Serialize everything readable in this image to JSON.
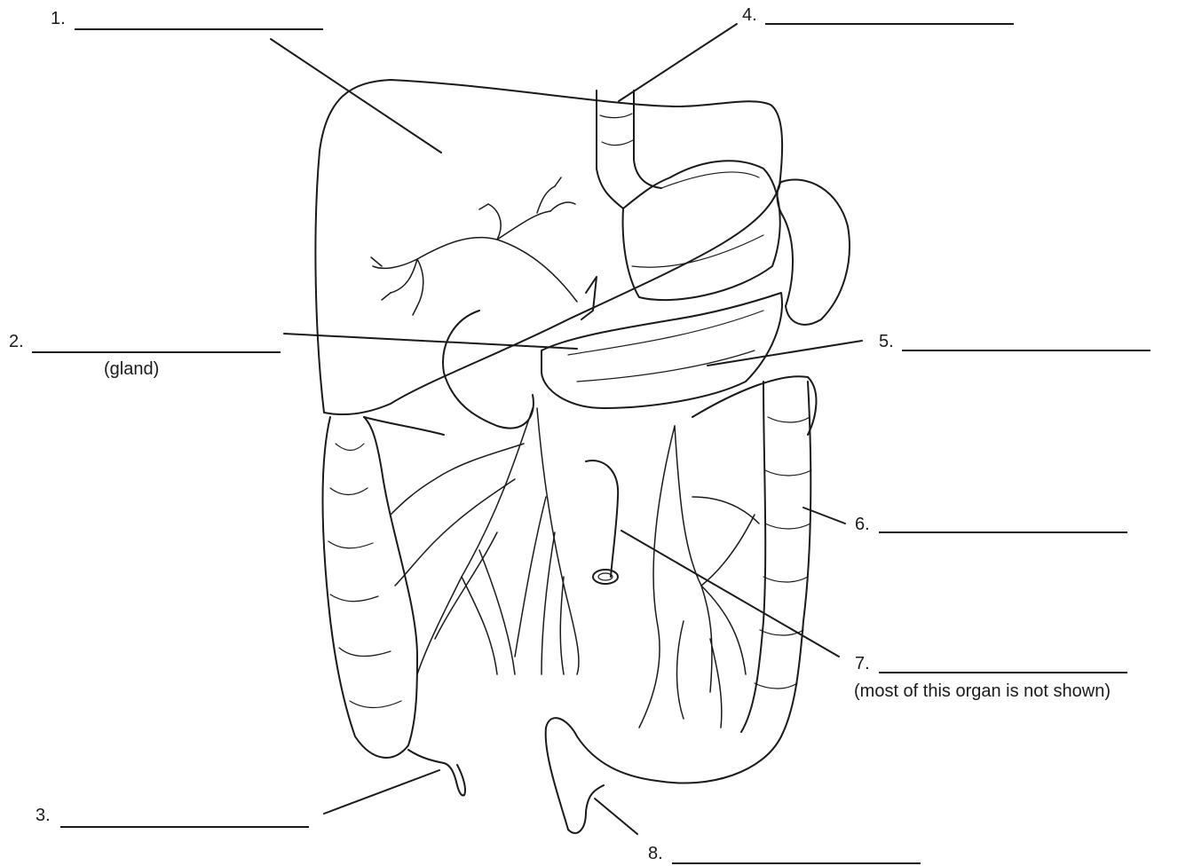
{
  "labels": [
    {
      "number": "1."
    },
    {
      "number": "2.",
      "note": "(gland)"
    },
    {
      "number": "3."
    },
    {
      "number": "4."
    },
    {
      "number": "5."
    },
    {
      "number": "6."
    },
    {
      "number": "7.",
      "note": "(most of this organ is not shown)"
    },
    {
      "number": "8."
    }
  ],
  "colors": {
    "ink": "#1a1a1a",
    "background": "#ffffff"
  }
}
